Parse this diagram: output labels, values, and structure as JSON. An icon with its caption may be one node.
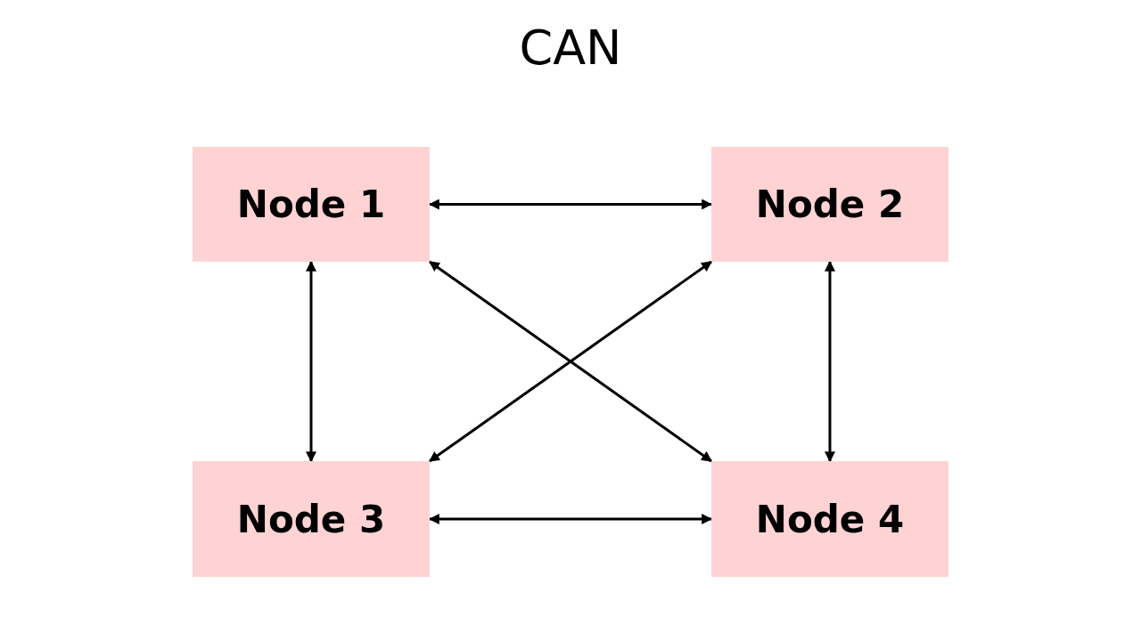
{
  "diagram": {
    "title": "CAN",
    "nodes": [
      {
        "text": [
          "Node 1"
        ]
      },
      {
        "text": [
          "Node 2"
        ]
      },
      {
        "text": [
          "Node 3"
        ]
      },
      {
        "text": [
          "Node 4"
        ]
      }
    ],
    "edges": [
      {
        "from": 0,
        "to": 1,
        "arrow": "both"
      },
      {
        "from": 0,
        "to": 2,
        "arrow": "both"
      },
      {
        "from": 0,
        "to": 3,
        "arrow": "both"
      },
      {
        "from": 1,
        "to": 2,
        "arrow": "both"
      },
      {
        "from": 1,
        "to": 3,
        "arrow": "both"
      },
      {
        "from": 2,
        "to": 3,
        "arrow": "both"
      }
    ]
  }
}
